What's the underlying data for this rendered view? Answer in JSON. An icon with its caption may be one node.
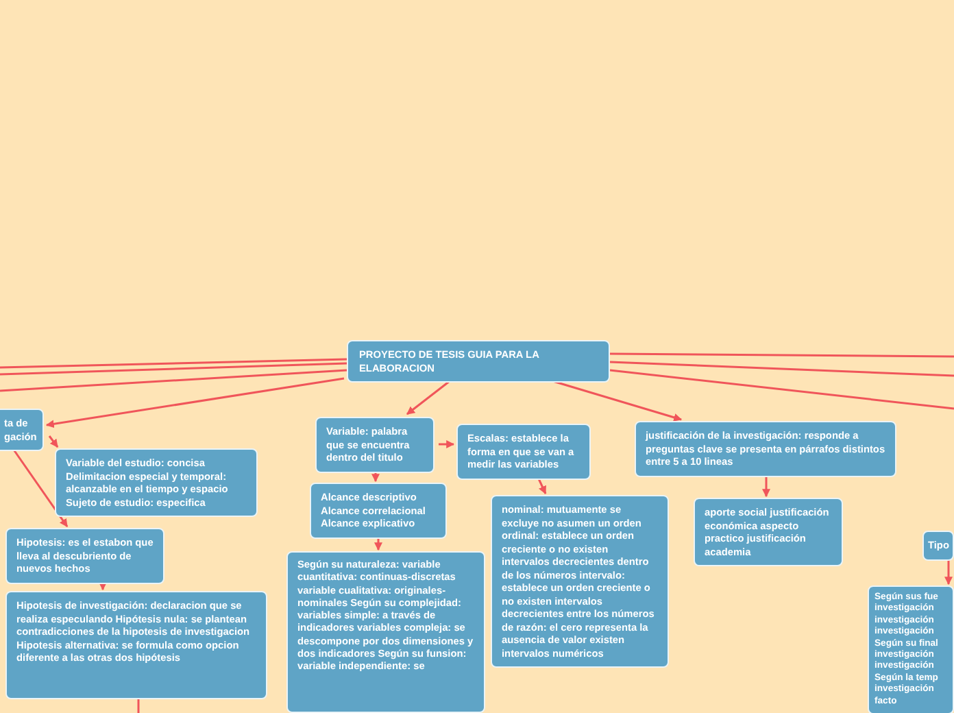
{
  "diagram": {
    "nodes": [
      {
        "text": [
          "PROYECTO DE TESIS GUIA PARA LA ELABORACION"
        ]
      },
      {
        "text": [
          "ta de gación"
        ]
      },
      {
        "text": [
          "Variable del estudio: concisa Delimitacion especial y temporal: alcanzable en el tiempo y espacio Sujeto de estudio: especifica"
        ]
      },
      {
        "text": [
          "Hipotesis: es el estabon que lleva al descubriento de nuevos hechos"
        ]
      },
      {
        "text": [
          "Hipotesis de investigación: declaracion que se realiza especulando Hipótesis nula: se plantean contradicciones de la hipotesis de investigacion Hipotesis alternativa: se formula como opcion diferente a las otras dos hipótesis"
        ]
      },
      {
        "text": [
          "Variable: palabra que se encuentra dentro del titulo"
        ]
      },
      {
        "text": [
          "Escalas: establece la forma en que se van a medir las variables"
        ]
      },
      {
        "text": [
          "Alcance descriptivo Alcance correlacional Alcance explicativo"
        ]
      },
      {
        "text": [
          "Según su naturaleza: variable cuantitativa: continuas-discretas variable cualitativa: originales-nominales Según su complejidad: variables simple: a través de indicadores variables compleja: se descompone por dos dimensiones y dos indicadores Según su funsion: variable independiente: se"
        ]
      },
      {
        "text": [
          "nominal: mutuamente se excluye no asumen un orden ordinal: establece un orden creciente o no existen intervalos decrecientes dentro de los números intervalo: establece un orden creciente o no existen intervalos decrecientes entre los números de razón: el cero representa la ausencia de valor existen intervalos numéricos"
        ]
      },
      {
        "text": [
          "justificación de la investigación: responde a preguntas clave se presenta en párrafos distintos entre 5 a 10 lineas"
        ]
      },
      {
        "text": [
          "aporte social justificación económica aspecto practico justificación academia"
        ]
      },
      {
        "text": [
          "Tipo"
        ]
      },
      {
        "text": [
          "Según sus fue investigación investigación investigación Según su final investigación investigación Según la temp investigación facto"
        ]
      }
    ],
    "edges": [
      {
        "from": 0,
        "to": 1,
        "arrow": "to"
      },
      {
        "from": 1,
        "to": 2,
        "arrow": "to"
      },
      {
        "from": 1,
        "to": 3,
        "arrow": "to"
      },
      {
        "from": 3,
        "to": 4,
        "arrow": "to"
      },
      {
        "from": 4,
        "to": null,
        "arrow": "none"
      },
      {
        "from": 0,
        "to": 5,
        "arrow": "to"
      },
      {
        "from": 5,
        "to": 6,
        "arrow": "to"
      },
      {
        "from": 5,
        "to": 7,
        "arrow": "to"
      },
      {
        "from": 7,
        "to": 8,
        "arrow": "to"
      },
      {
        "from": 6,
        "to": 9,
        "arrow": "to"
      },
      {
        "from": 0,
        "to": 10,
        "arrow": "to"
      },
      {
        "from": 10,
        "to": 11,
        "arrow": "to"
      },
      {
        "from": 12,
        "to": 13,
        "arrow": "to"
      },
      {
        "from": 0,
        "to": null,
        "arrow": "none"
      },
      {
        "from": 0,
        "to": null,
        "arrow": "none"
      },
      {
        "from": 0,
        "to": null,
        "arrow": "none"
      },
      {
        "from": 0,
        "to": null,
        "arrow": "none"
      },
      {
        "from": 0,
        "to": null,
        "arrow": "none"
      },
      {
        "from": 0,
        "to": null,
        "arrow": "none"
      }
    ]
  }
}
